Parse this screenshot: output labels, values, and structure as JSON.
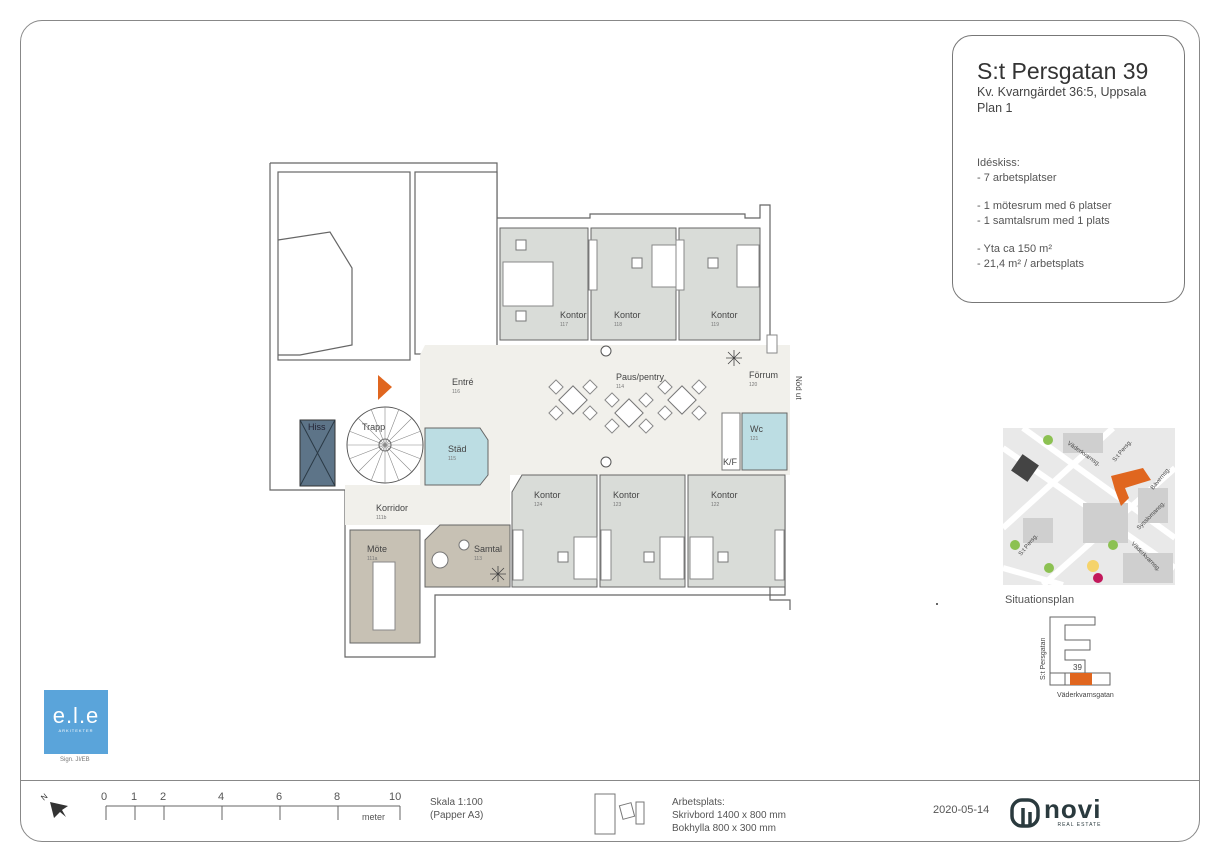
{
  "title": {
    "address": "S:t Persgatan 39",
    "property": "Kv. Kvarngärdet 36:5, Uppsala",
    "floor": "Plan 1",
    "notes_heading": "Idéskiss:",
    "notes": [
      "- 7 arbetsplatser",
      "- 1 mötesrum med  6 platser",
      "- 1 samtalsrum med 1 plats",
      "- Yta ca 150 m²",
      "- 21,4 m² / arbetsplats"
    ]
  },
  "rooms": [
    {
      "name": "Kontor",
      "number": "117"
    },
    {
      "name": "Kontor",
      "number": "118"
    },
    {
      "name": "Kontor",
      "number": "119"
    },
    {
      "name": "Paus/pentry",
      "number": "114"
    },
    {
      "name": "Förrum",
      "number": "120"
    },
    {
      "name": "Wc",
      "number": "121"
    },
    {
      "name": "Entré",
      "number": "116"
    },
    {
      "name": "Städ",
      "number": "115"
    },
    {
      "name": "Kontor",
      "number": "124"
    },
    {
      "name": "Kontor",
      "number": "123"
    },
    {
      "name": "Kontor",
      "number": "122"
    },
    {
      "name": "Korridor",
      "number": "111b"
    },
    {
      "name": "Möte",
      "number": "111a"
    },
    {
      "name": "Samtal",
      "number": "113"
    }
  ],
  "labels": {
    "hiss": "Hiss",
    "trapp": "Trapp",
    "kf": "K/F",
    "nod_ut": "Nöd ut"
  },
  "situation": {
    "caption": "Situationsplan",
    "streets": [
      "Väderkvarnsg.",
      "S:t Persg.",
      "Bävernsg.",
      "Sysslomansg.",
      "Väderkvarnsg."
    ],
    "keyplan_number": "39",
    "keyplan_street_side": "S:t Persgatan",
    "keyplan_street_bottom": "Väderkvarnsgatan"
  },
  "architect": {
    "logo": "e.l.e",
    "logo_sub": "ARKITEKTER",
    "signature": "Sign. JI/EB"
  },
  "footer": {
    "north": "N",
    "scale_ticks": [
      "0",
      "1",
      "2",
      "4",
      "6",
      "8",
      "10"
    ],
    "scale_unit": "meter",
    "scale": "Skala 1:100",
    "paper": "(Papper A3)",
    "workplace_heading": "Arbetsplats:",
    "desk": "Skrivbord 1400 x 800 mm",
    "shelf": "Bokhylla 800 x 300 mm",
    "date": "2020-05-14",
    "brand": "novi",
    "brand_sub": "REAL ESTATE"
  },
  "colors": {
    "office": "#d9dcd8",
    "common": "#f1f0eb",
    "wet": "#bcdde3",
    "meeting": "#c7c1b4",
    "lift": "#5d7488",
    "accent": "#e0661f",
    "ele": "#5aa4da"
  }
}
